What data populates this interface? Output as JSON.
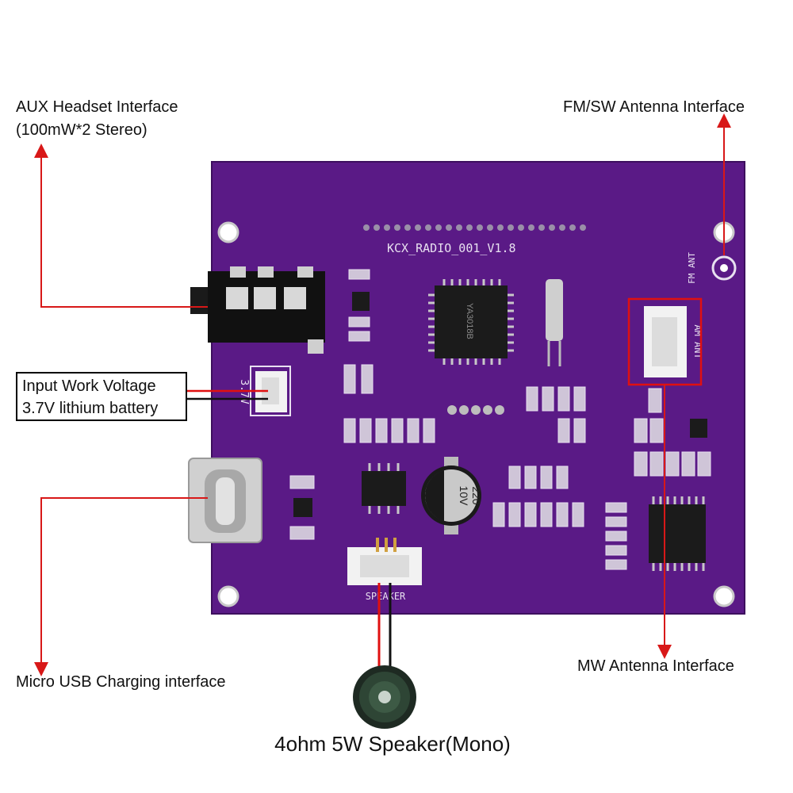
{
  "labels": {
    "aux_line1": "AUX Headset Interface",
    "aux_line2": "(100mW*2 Stereo)",
    "fm_sw": "FM/SW Antenna Interface",
    "input_line1": "Input Work Voltage",
    "input_line2": "3.7V lithium battery",
    "usb": "Micro USB Charging interface",
    "mw": "MW Antenna Interface",
    "speaker": "4ohm 5W Speaker(Mono)"
  },
  "board_silkscreen": {
    "model": "KCX_RADIO_001_V1.8",
    "fm_ant": "FM ANT",
    "am_ant": "AM ANT",
    "speaker_port": "SPEAKER",
    "battery_port": "3.7V",
    "cap_value": "220",
    "cap_voltage": "10V",
    "chip_marking": "YA3018B"
  },
  "colors": {
    "pcb": "#5a1a86",
    "arrow": "#d81818",
    "highlight_box": "#e01010",
    "wire_red": "#e01010",
    "wire_black": "#111111"
  }
}
